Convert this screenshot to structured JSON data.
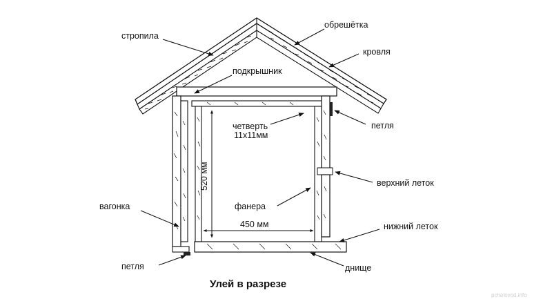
{
  "diagram": {
    "title": "Улей в разрезе",
    "labels": {
      "rafters": "стропила",
      "lathing": "обрешётка",
      "roofing": "кровля",
      "subroof": "подкрышник",
      "rebate_line1": "четверть",
      "rebate_line2": "11х11мм",
      "hinge_top": "петля",
      "upper_entrance": "верхний леток",
      "cladding": "вагонка",
      "plywood": "фанера",
      "height_dim": "520 мм",
      "width_dim": "450 мм",
      "lower_entrance": "нижний леток",
      "hinge_bottom": "петля",
      "bottom": "днище"
    },
    "watermark": "pchelovod.info"
  }
}
